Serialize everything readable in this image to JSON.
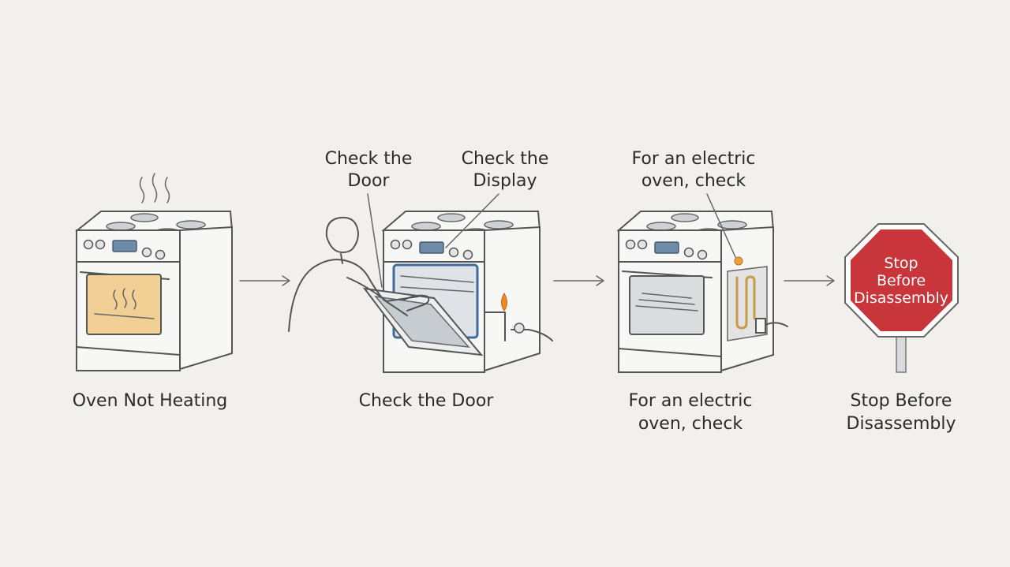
{
  "steps": [
    {
      "caption_line1": "Oven Not Heating",
      "caption_line2": ""
    },
    {
      "caption_line1": "Check the Door",
      "caption_line2": ""
    },
    {
      "caption_line1": "For an electric",
      "caption_line2": "oven, check"
    },
    {
      "caption_line1": "Stop Before",
      "caption_line2": "Disassembly"
    }
  ],
  "callouts": {
    "door": {
      "line1": "Check the",
      "line2": "Door"
    },
    "display": {
      "line1": "Check the",
      "line2": "Display"
    },
    "electric": {
      "line1": "For an electric",
      "line2": "oven, check"
    }
  },
  "stop_sign": {
    "line1": "Stop",
    "line2": "Before",
    "line3": "Disassembly"
  },
  "colors": {
    "background": "#f1f0ec",
    "stop_red": "#c8353a",
    "oven_glow": "#f1cf95",
    "display_blue": "#6d8aa6",
    "flame": "#f08a24"
  }
}
